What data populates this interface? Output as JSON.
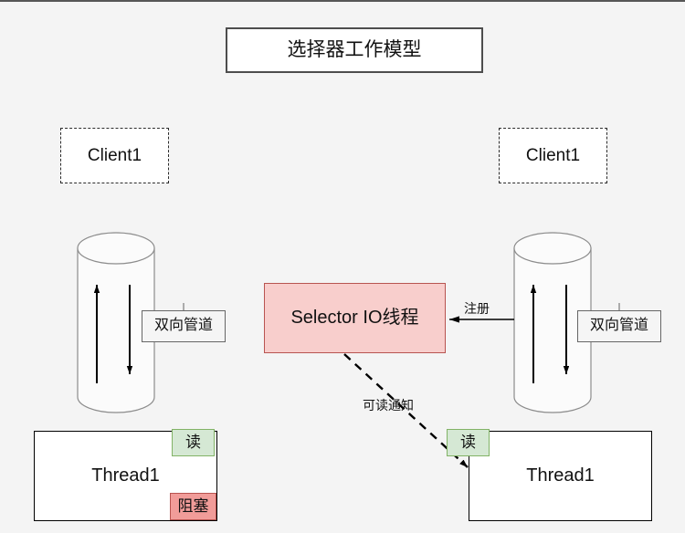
{
  "diagram": {
    "title": "选择器工作模型",
    "background_color": "#f4f4f4",
    "nodes": {
      "client_left": "Client1",
      "client_right": "Client1",
      "selector": "Selector IO线程",
      "thread_left": "Thread1",
      "thread_right": "Thread1",
      "pipe_label_left": "双向管道",
      "pipe_label_right": "双向管道",
      "tag_read_left": "读",
      "tag_read_right": "读",
      "tag_block_left": "阻塞"
    },
    "edges": {
      "register": "注册",
      "readable_notify": "可读通知"
    },
    "colors": {
      "selector_fill": "#f8cecc",
      "selector_stroke": "#b85450",
      "read_fill": "#d5e8d4",
      "read_stroke": "#82b366",
      "block_fill": "#f19c99",
      "block_stroke": "#b85450",
      "cylinder_stroke": "#8c8c8c",
      "node_stroke": "#000000",
      "title_stroke": "#4d4d4d"
    }
  }
}
